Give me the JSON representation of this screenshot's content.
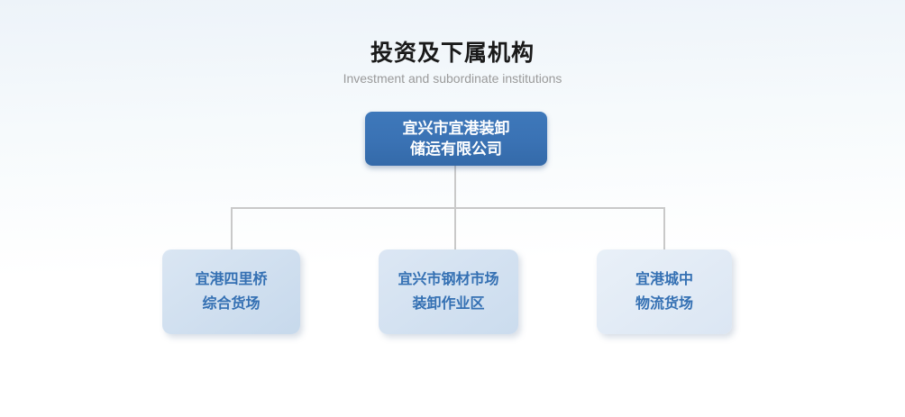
{
  "header": {
    "title": "投资及下属机构",
    "subtitle": "Investment and subordinate institutions"
  },
  "org": {
    "root": {
      "line1": "宜兴市宜港装卸",
      "line2": "储运有限公司"
    },
    "children": [
      {
        "line1": "宜港四里桥",
        "line2": "综合货场"
      },
      {
        "line1": "宜兴市钢材市场",
        "line2": "装卸作业区"
      },
      {
        "line1": "宜港城中",
        "line2": "物流货场"
      }
    ]
  },
  "colors": {
    "background_top": "#edf3f9",
    "background_bottom": "#ffffff",
    "root_box_fill": "#3a72b4",
    "root_box_text": "#ffffff",
    "child_box_fill": "#cbdcee",
    "child_box_fill_light": "#e2ebf6",
    "child_box_text": "#3470b3",
    "connector_line": "#c9c9c9",
    "title_text": "#1a1a1a",
    "subtitle_text": "#9a9a9a"
  }
}
